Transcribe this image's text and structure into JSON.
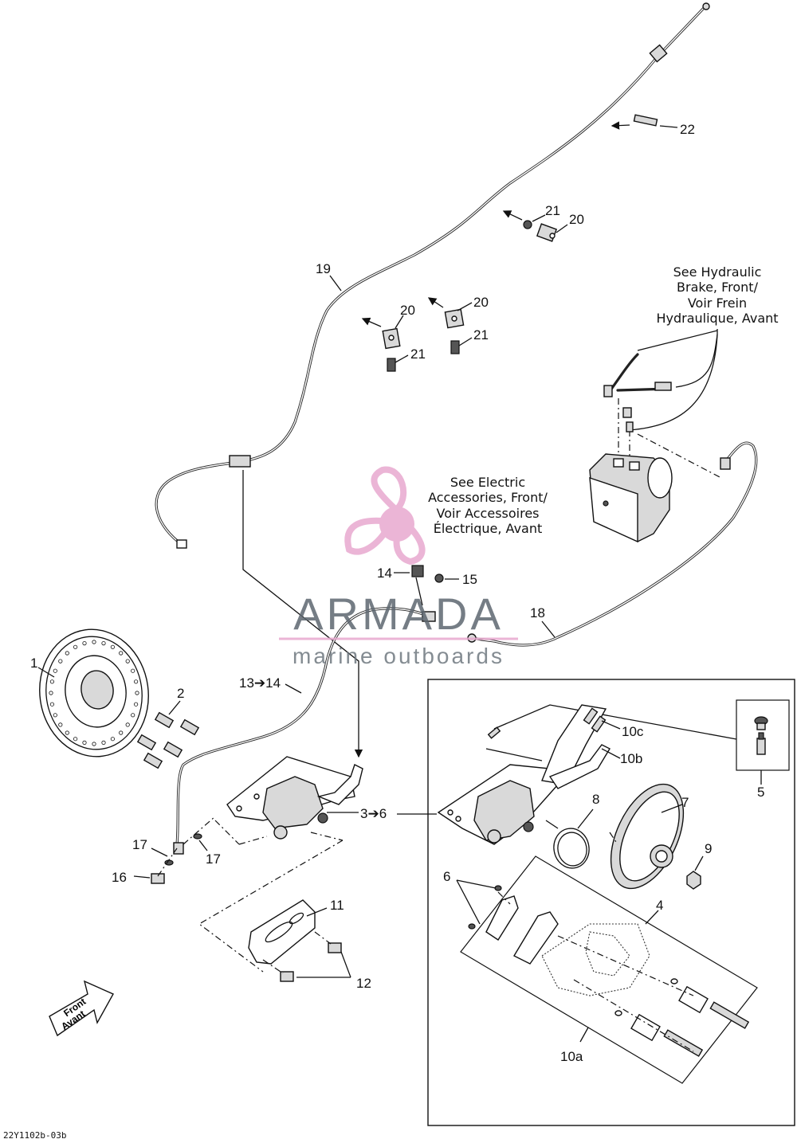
{
  "diagram": {
    "code": "22Y1102b-03b",
    "notes": {
      "hydraulic": [
        "See Hydraulic",
        "Brake, Front/",
        "Voir Frein",
        "Hydraulique, Avant"
      ],
      "electric": [
        "See Electric",
        "Accessories, Front/",
        "Voir Accessoires",
        "Électrique, Avant"
      ]
    },
    "front_arrow": [
      "Front",
      "Avant"
    ],
    "labels": {
      "l1": "1",
      "l2": "2",
      "l3_6": "3➔6",
      "l4": "4",
      "l5": "5",
      "l6": "6",
      "l7": "7",
      "l8": "8",
      "l9": "9",
      "l10a": "10a",
      "l10b": "10b",
      "l10c": "10c",
      "l11": "11",
      "l12": "12",
      "l13_14": "13➔14",
      "l14": "14",
      "l15": "15",
      "l16": "16",
      "l17a": "17",
      "l17b": "17",
      "l18": "18",
      "l19": "19",
      "l20a": "20",
      "l20b": "20",
      "l20c": "20",
      "l21a": "21",
      "l21b": "21",
      "l21c": "21",
      "l22": "22"
    }
  },
  "watermark": {
    "brand": "ARMADA",
    "tagline": "marine outboards",
    "brand_color": "#e8a9cf"
  }
}
